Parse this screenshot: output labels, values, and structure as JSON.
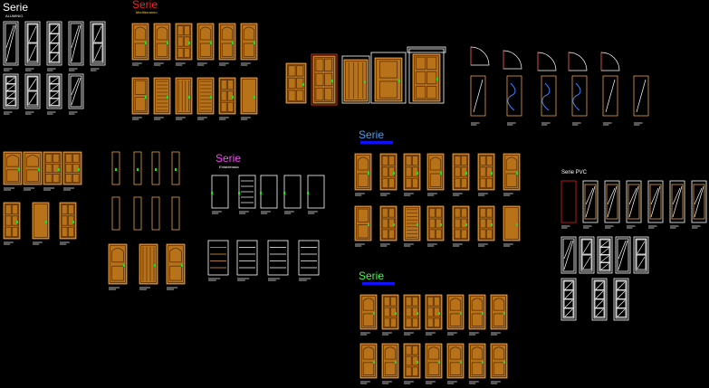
{
  "drawing": {
    "background": "#000000",
    "colors": {
      "wood_fill": "#b8721a",
      "wood_line": "#e8a040",
      "white_line": "#ffffff",
      "red_accent": "#e02020",
      "green_handle": "#22dd22",
      "blue_bar": "#1010ff",
      "label_text": "#ffffff"
    }
  },
  "groups": {
    "aluminio": {
      "title": "Serie",
      "subtitle": "ALUMINIO",
      "title_color": "#ffffff"
    },
    "mediterraneo_top": {
      "title": "Serie",
      "subtitle": "Mediterraneo",
      "title_color": "#ff2020",
      "subtitle_color": "#ffd000"
    },
    "entablerada": {
      "title": "Serie",
      "subtitle": "Entablerada",
      "title_color": "#ff40ff"
    },
    "blue_1": {
      "title": "Serie",
      "title_color": "#40a0ff"
    },
    "blue_2": {
      "title": "Serie",
      "title_color": "#40ff40"
    },
    "pvc": {
      "title": "Serie PVC",
      "title_color": "#ffffff"
    }
  }
}
